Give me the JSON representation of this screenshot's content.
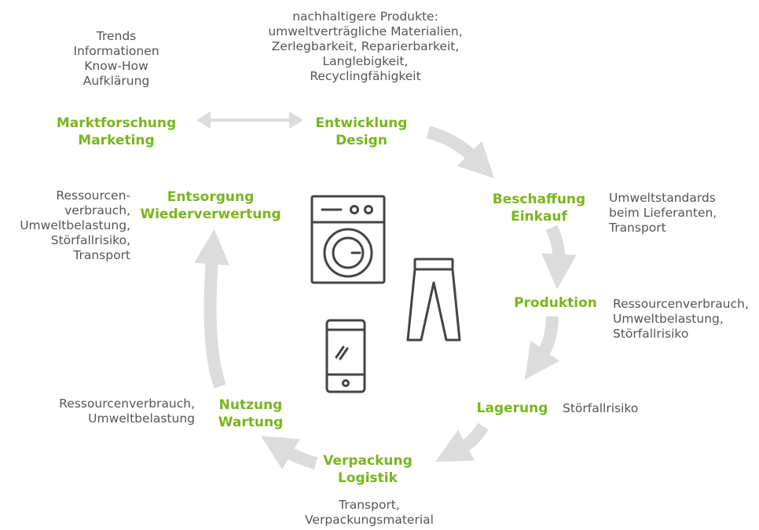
{
  "colors": {
    "stage": "#7ab51d",
    "note": "#555555",
    "arrow": "#dcdcdc",
    "icon": "#444444"
  },
  "icons": [
    "washing-machine-icon",
    "jeans-icon",
    "smartphone-icon"
  ],
  "stages": {
    "marktforschung": [
      "Marktforschung",
      "Marketing"
    ],
    "entwicklung": [
      "Entwicklung",
      "Design"
    ],
    "beschaffung": [
      "Beschaffung",
      "Einkauf"
    ],
    "produktion": [
      "Produktion"
    ],
    "lagerung": [
      "Lagerung"
    ],
    "verpackung": [
      "Verpackung",
      "Logistik"
    ],
    "nutzung": [
      "Nutzung",
      "Wartung"
    ],
    "entsorgung": [
      "Entsorgung",
      "Wiederverwertung"
    ]
  },
  "notes": {
    "marktforschung": [
      "Trends",
      "Informationen",
      "Know-How",
      "Aufklärung"
    ],
    "entwicklung": [
      "nachhaltigere Produkte:",
      "umweltverträgliche Materialien,",
      "Zerlegbarkeit, Reparierbarkeit,",
      "Langlebigkeit,",
      "Recyclingfähigkeit"
    ],
    "beschaffung": [
      "Umweltstandards",
      "beim Lieferanten,",
      "Transport"
    ],
    "produktion": [
      "Ressourcenverbrauch,",
      "Umweltbelastung,",
      "Störfallrisiko"
    ],
    "lagerung": [
      "Störfallrisiko"
    ],
    "verpackung": [
      "Transport,",
      "Verpackungsmaterial"
    ],
    "nutzung": [
      "Ressourcenverbrauch,",
      "Umweltbelastung"
    ],
    "entsorgung": [
      "Ressourcen-",
      "verbrauch,",
      "Umweltbelastung,",
      "Störfallrisiko,",
      "Transport"
    ]
  }
}
